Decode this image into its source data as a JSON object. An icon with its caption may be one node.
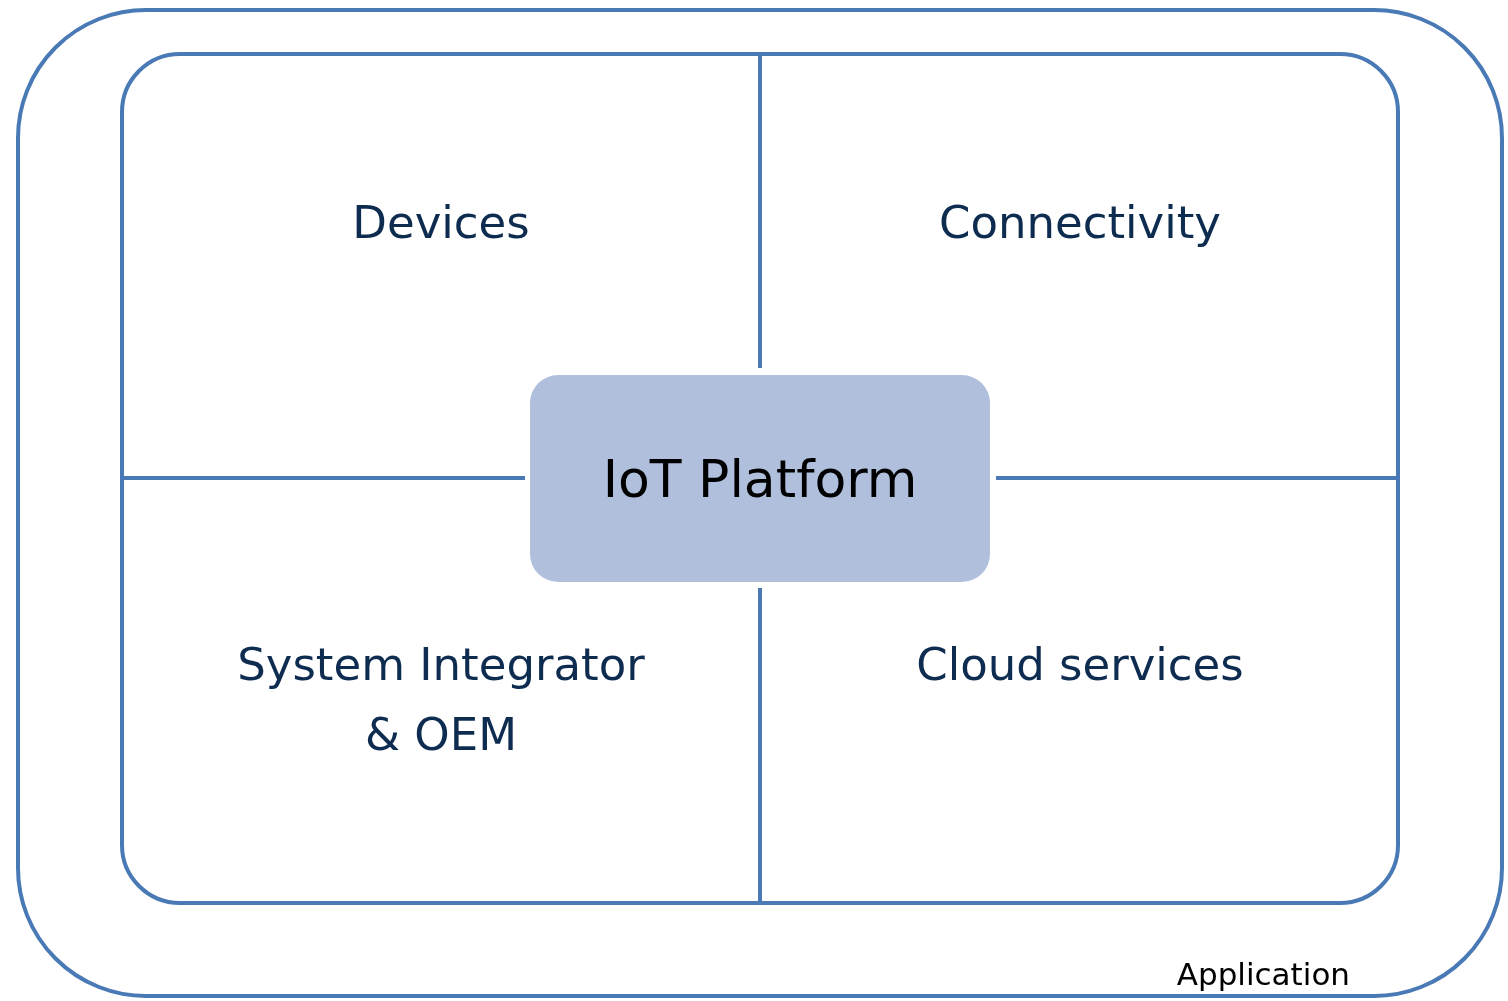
{
  "diagram": {
    "nodes": [
      {
        "text": [
          "Application"
        ]
      },
      {
        "text": [],
        "shape": "box",
        "in": 0
      },
      {
        "text": [
          "Devices"
        ],
        "in": 1
      },
      {
        "text": [
          "Connectivity"
        ],
        "in": 1
      },
      {
        "text": [
          "System Integrator & OEM"
        ],
        "in": 1
      },
      {
        "text": [
          "Cloud services"
        ],
        "in": 1
      },
      {
        "text": [
          "IoT Platform"
        ],
        "in": 1
      }
    ]
  }
}
